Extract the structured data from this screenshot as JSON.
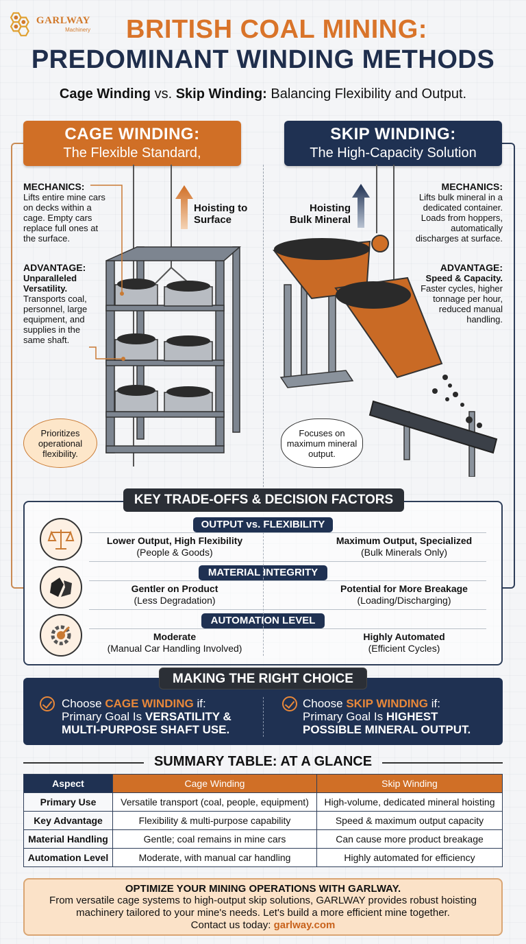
{
  "brand": {
    "name": "GARLWAY",
    "sub": "Machinery"
  },
  "title": {
    "line1": "BRITISH COAL MINING:",
    "line2": "PREDOMINANT WINDING METHODS"
  },
  "subtitle": {
    "cage": "Cage Winding",
    "vs": " vs. ",
    "skip": "Skip Winding:",
    "rest": " Balancing Flexibility and Output."
  },
  "cage": {
    "header_main": "CAGE WINDING:",
    "header_sub": "The Flexible Standard,",
    "mechanics_label": "MECHANICS:",
    "mechanics_text": "Lifts entire mine cars on decks within a cage. Empty cars replace full ones at the surface.",
    "advantage_label": "ADVANTAGE:",
    "advantage_bold": "Unparalleled Versatility.",
    "advantage_text": "Transports coal, personnel, large equipment, and supplies in the same shaft.",
    "arrow_label": "Hoisting to Surface",
    "bubble": "Prioritizes operational flexibility."
  },
  "skip": {
    "header_main": "SKIP WINDING:",
    "header_sub": "The High-Capacity Solution",
    "mechanics_label": "MECHANICS:",
    "mechanics_text": "Lifts bulk mineral in a dedicated container. Loads from hoppers, automatically discharges at surface.",
    "advantage_label": "ADVANTAGE:",
    "advantage_bold": "Speed & Capacity.",
    "advantage_text": "Faster cycles, higher tonnage per hour, reduced manual handling.",
    "arrow_label": "Hoisting Bulk Mineral",
    "bubble": "Focuses on maximum mineral output."
  },
  "tradeoffs": {
    "title": "KEY TRADE-OFFS & DECISION FACTORS",
    "rows": [
      {
        "pill": "OUTPUT vs. FLEXIBILITY",
        "icon": "scales-icon",
        "left_bold": "Lower Output, High Flexibility",
        "left_sub": "(People & Goods)",
        "right_bold": "Maximum Output, Specialized",
        "right_sub": "(Bulk Minerals Only)"
      },
      {
        "pill": "MATERIAL INTEGRITY",
        "icon": "coal-lump-icon",
        "left_bold": "Gentler on Product",
        "left_sub": "(Less Degradation)",
        "right_bold": "Potential for More Breakage",
        "right_sub": "(Loading/Discharging)"
      },
      {
        "pill": "AUTOMATION LEVEL",
        "icon": "gear-robot-icon",
        "left_bold": "Moderate",
        "left_sub": "(Manual Car Handling Involved)",
        "right_bold": "Highly Automated",
        "right_sub": "(Efficient Cycles)"
      }
    ]
  },
  "choice": {
    "title": "MAKING THE RIGHT CHOICE",
    "cage_pre": "Choose ",
    "cage_key": "CAGE WINDING",
    "cage_post": " if:",
    "cage_goal_pre": "Primary Goal Is ",
    "cage_goal": "VERSATILITY & MULTI-PURPOSE SHAFT USE.",
    "skip_pre": "Choose ",
    "skip_key": "SKIP WINDING",
    "skip_post": " if:",
    "skip_goal_pre": "Primary Goal Is ",
    "skip_goal": "HIGHEST POSSIBLE MINERAL OUTPUT."
  },
  "summary": {
    "title": "SUMMARY TABLE: AT A GLANCE",
    "headers": [
      "Aspect",
      "Cage Winding",
      "Skip Winding"
    ],
    "rows": [
      [
        "Primary Use",
        "Versatile transport (coal, people, equipment)",
        "High-volume, dedicated mineral hoisting"
      ],
      [
        "Key Advantage",
        "Flexibility & multi-purpose capability",
        "Speed & maximum output capacity"
      ],
      [
        "Material Handling",
        "Gentle; coal remains in mine cars",
        "Can cause more product breakage"
      ],
      [
        "Automation Level",
        "Moderate, with manual car handling",
        "Highly automated for efficiency"
      ]
    ]
  },
  "cta": {
    "title": "OPTIMIZE YOUR MINING OPERATIONS WITH GARLWAY.",
    "body": "From versatile cage systems to high-output skip solutions, GARLWAY provides robust hoisting machinery tailored to your mine's needs. Let's build a more efficient mine together.",
    "contact_pre": "Contact us today: ",
    "link": "garlway.com"
  },
  "colors": {
    "orange": "#d06f26",
    "navy": "#1f3152"
  }
}
